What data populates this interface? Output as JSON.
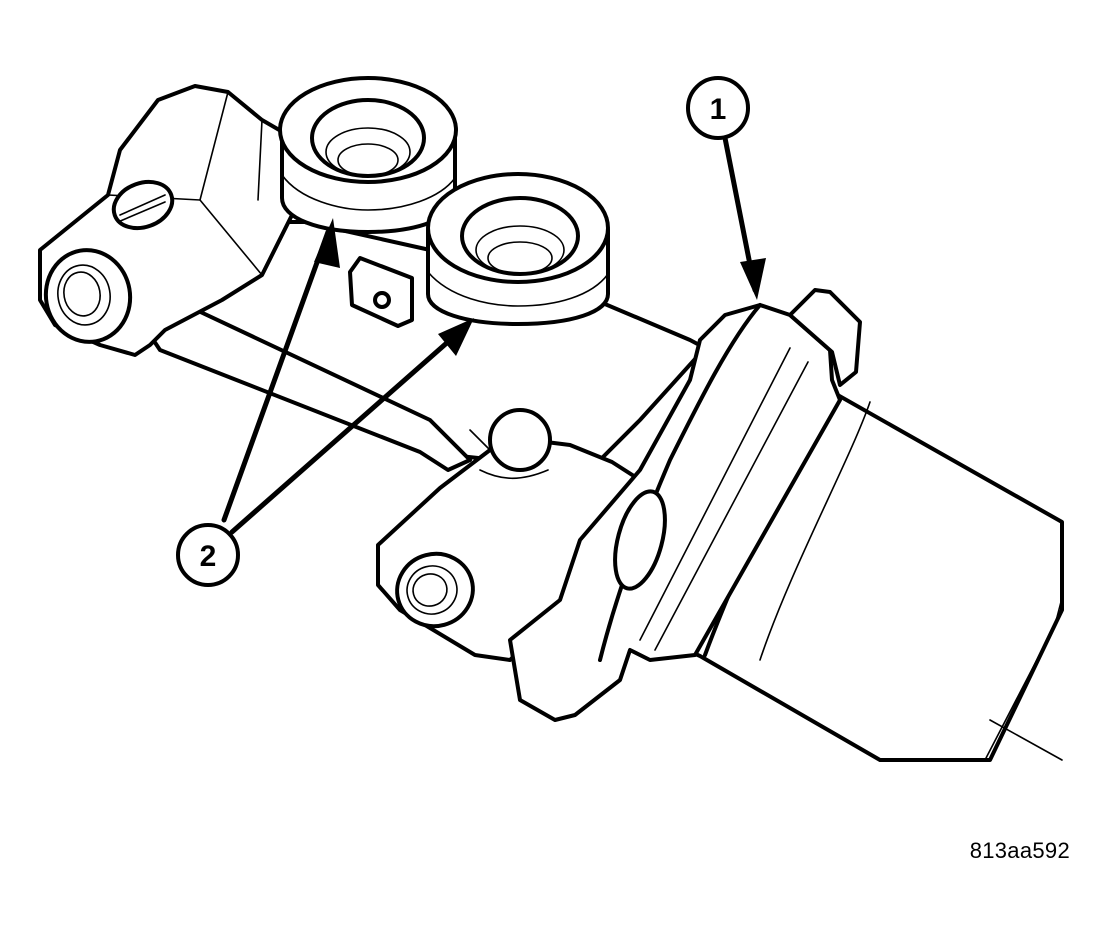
{
  "callouts": [
    {
      "id": "1",
      "label": "1"
    },
    {
      "id": "2",
      "label": "2"
    }
  ],
  "figure_id": "813aa592",
  "colors": {
    "line": "#000000",
    "background": "#ffffff"
  }
}
